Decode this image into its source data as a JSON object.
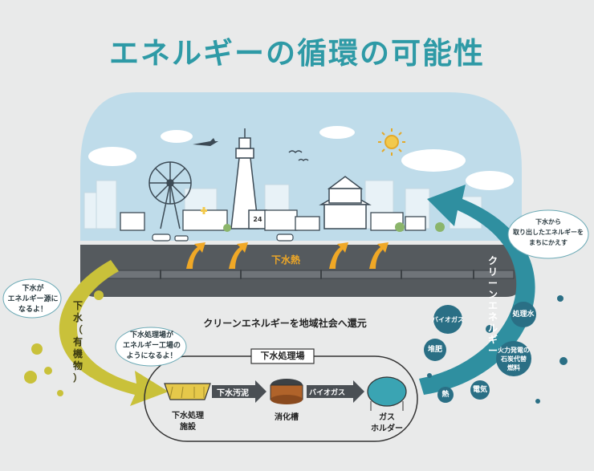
{
  "title": "エネルギーの循環の可能性",
  "sewage_heat_label": "下水熱",
  "return_message": "クリーンエネルギーを地域社会へ還元",
  "left_arrow_label": [
    "下",
    "水",
    "（",
    "有",
    "機",
    "物",
    "）"
  ],
  "right_arrow_label": [
    "ク",
    "リ",
    "ー",
    "ン",
    "エ",
    "ネ",
    "ル",
    "ギ",
    "ー"
  ],
  "bubbles": {
    "left": [
      "下水が",
      "エネルギー源に",
      "なるよ！"
    ],
    "middle": [
      "下水処理場が",
      "エネルギー工場の",
      "ようになるよ！"
    ],
    "right": [
      "下水から",
      "取り出したエネルギーを",
      "まちにかえす"
    ]
  },
  "plant": {
    "title": "下水処理場",
    "facility1": [
      "下水処理",
      "施設"
    ],
    "arrow1": "下水汚泥",
    "facility2": "消化槽",
    "arrow2": "バイオガス",
    "facility3": [
      "ガス",
      "ホルダー"
    ]
  },
  "outputs": {
    "biogas": "バイオガス",
    "treated_water": "処理水",
    "compost": "堆肥",
    "fuel": [
      "火力発電の",
      "石炭代替",
      "燃料"
    ],
    "heat": "熱",
    "electricity": "電気"
  },
  "colors": {
    "title": "#2e9aa6",
    "left_arrow": "#c9c13a",
    "right_arrow": "#2f8fa0",
    "circle": "#2a6f85",
    "sky": "#bfdcea",
    "ground": "#555a5e"
  }
}
